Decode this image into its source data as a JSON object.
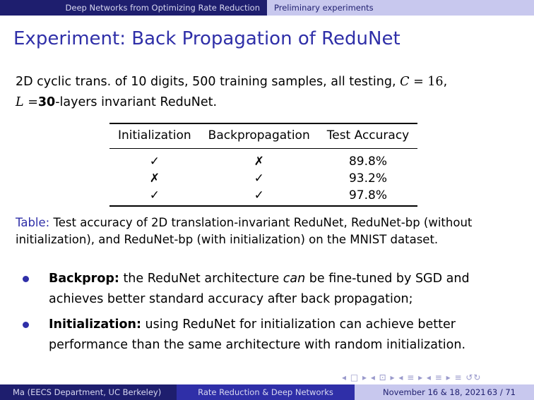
{
  "header": {
    "section_left": "Deep Networks from Optimizing Rate Reduction",
    "section_right": "Preliminary experiments"
  },
  "title": "Experiment: Back Propagation of ReduNet",
  "intro": {
    "part1": "2D cyclic trans. of 10 digits, 500 training samples, all testing, ",
    "C_sym": "C",
    "C_eq": " = 16",
    "comma": ",",
    "L_sym": "L",
    "L_eq": " =",
    "layers_bold": "30",
    "part2": "-layers invariant ReduNet."
  },
  "table": {
    "headers": [
      "Initialization",
      "Backpropagation",
      "Test Accuracy"
    ],
    "rows": [
      [
        "✓",
        "✗",
        "89.8%"
      ],
      [
        "✗",
        "✓",
        "93.2%"
      ],
      [
        "✓",
        "✓",
        "97.8%"
      ]
    ]
  },
  "caption": {
    "label": "Table:",
    "text": " Test accuracy of 2D translation-invariant ReduNet, ReduNet-bp (without initialization), and ReduNet-bp (with initialization) on the MNIST dataset."
  },
  "bullets": [
    {
      "bold": "Backprop:",
      "pre": " the ReduNet architecture ",
      "italic": "can",
      "post": " be fine-tuned by SGD and achieves better standard accuracy after back propagation;"
    },
    {
      "bold": "Initialization:",
      "pre": " using ReduNet for initialization can achieve better performance than the same architecture with random initialization.",
      "italic": "",
      "post": ""
    }
  ],
  "footer": {
    "author": "Ma  (EECS Department, UC Berkeley)",
    "talk": "Rate Reduction & Deep Networks",
    "date": "November 16 & 18, 2021",
    "page": "63 / 71"
  },
  "nav_symbols": "◂ □ ▸ ◂ ⊡ ▸ ◂ ≡ ▸ ◂ ≡ ▸  ≡  ↺↻",
  "colors": {
    "navy": "#1e1e6e",
    "blue": "#2f2fa8",
    "light": "#c8c8ee"
  }
}
